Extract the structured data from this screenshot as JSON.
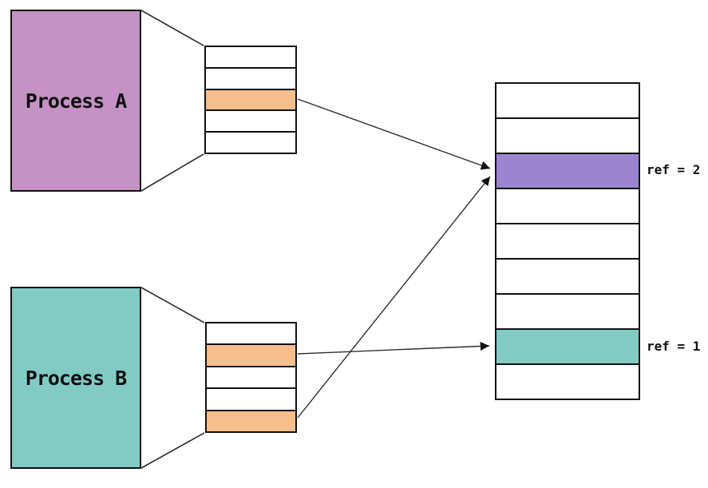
{
  "processes": {
    "a": {
      "label": "Process A"
    },
    "b": {
      "label": "Process B"
    }
  },
  "page_tables": {
    "a": {
      "rows": 5,
      "mapped_entries": [
        3
      ]
    },
    "b": {
      "rows": 5,
      "mapped_entries": [
        2,
        5
      ]
    }
  },
  "memory": {
    "frames": 9,
    "shared_frame_index": 3,
    "private_frame_index": 8,
    "shared_ref_label": "ref = 2",
    "private_ref_label": "ref = 1"
  },
  "mappings": [
    {
      "from": "process-a-page-table-entry-3",
      "to": "memory-frame-3"
    },
    {
      "from": "process-b-page-table-entry-2",
      "to": "memory-frame-8"
    },
    {
      "from": "process-b-page-table-entry-5",
      "to": "memory-frame-3"
    }
  ],
  "colors": {
    "process_a_fill": "#C492C4",
    "process_b_fill": "#82CBC5",
    "page_entry_fill": "#F6BE8C",
    "shared_frame_fill": "#9C85D0",
    "private_frame_fill": "#82CBC5",
    "outline": "#111111",
    "connector": "#2E2E2E",
    "background": "#FFFFFF"
  }
}
